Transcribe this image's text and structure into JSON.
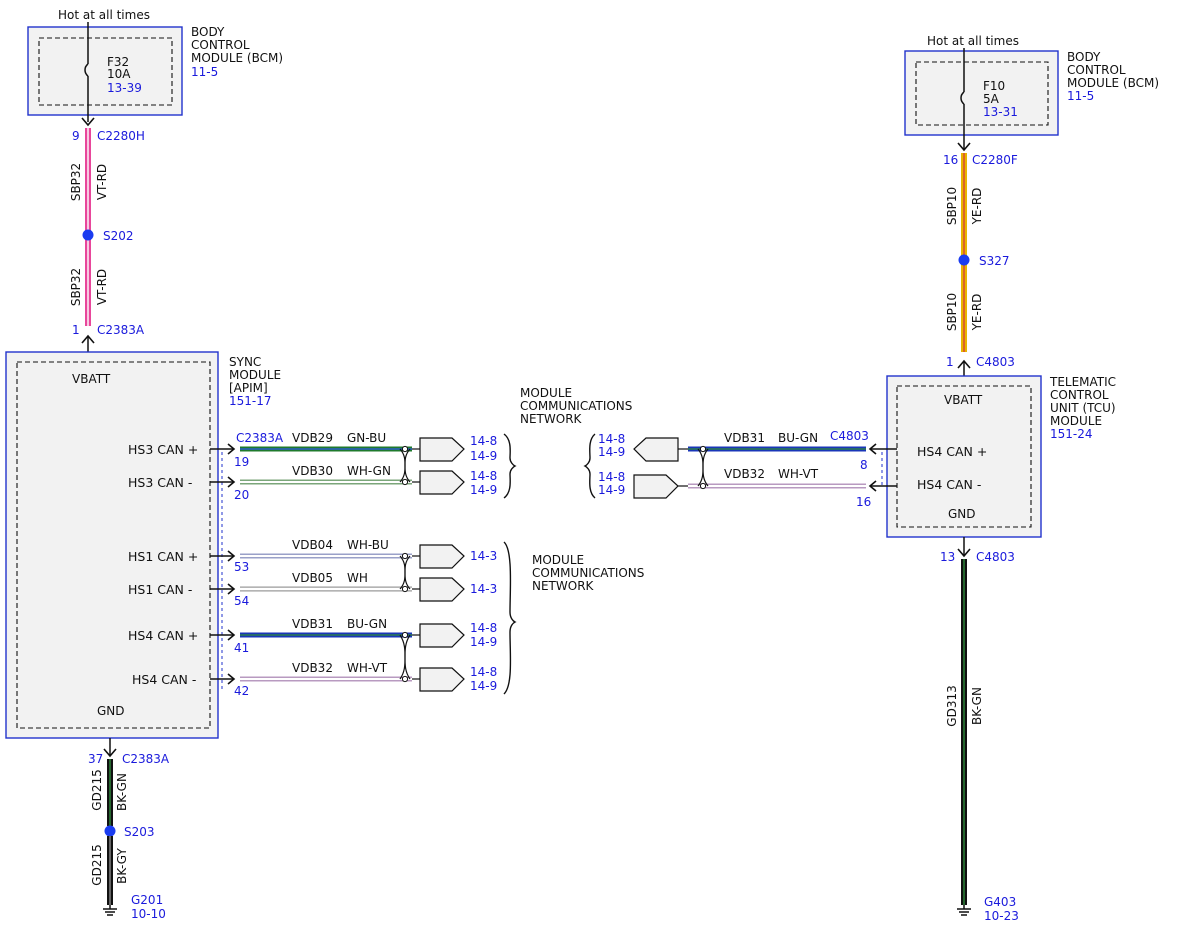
{
  "left": {
    "bcm": {
      "hot_label": "Hot at all times",
      "title_lines": [
        "BODY",
        "CONTROL",
        "MODULE (BCM)"
      ],
      "ref": "11-5",
      "fuse_name": "F32",
      "fuse_rating": "10A",
      "fuse_ref": "13-39"
    },
    "conn_top": {
      "pin": "9",
      "name": "C2280H"
    },
    "wire_upper": {
      "circuit": "SBP32",
      "color": "VT-RD"
    },
    "splice": "S202",
    "wire_lower": {
      "circuit": "SBP32",
      "color": "VT-RD"
    },
    "conn_sync_in": {
      "pin": "1",
      "name": "C2383A"
    },
    "sync": {
      "title_lines": [
        "SYNC",
        "MODULE",
        "[APIM]"
      ],
      "ref": "151-17",
      "vbatt": "VBATT",
      "gnd": "GND",
      "pins": [
        {
          "label": "HS3 CAN +",
          "pin": "19",
          "circuit": "VDB29",
          "color": "GN-BU",
          "refs": [
            "14-8",
            "14-9"
          ]
        },
        {
          "label": "HS3 CAN -",
          "pin": "20",
          "circuit": "VDB30",
          "color": "WH-GN",
          "refs": [
            "14-8",
            "14-9"
          ]
        },
        {
          "label": "HS1 CAN +",
          "pin": "53",
          "circuit": "VDB04",
          "color": "WH-BU",
          "refs": [
            "14-3"
          ]
        },
        {
          "label": "HS1 CAN -",
          "pin": "54",
          "circuit": "VDB05",
          "color": "WH",
          "refs": [
            "14-3"
          ]
        },
        {
          "label": "HS4 CAN +",
          "pin": "41",
          "circuit": "VDB31",
          "color": "BU-GN",
          "refs": [
            "14-8",
            "14-9"
          ]
        },
        {
          "label": "HS4 CAN -",
          "pin": "42",
          "circuit": "VDB32",
          "color": "WH-VT",
          "refs": [
            "14-8",
            "14-9"
          ]
        }
      ],
      "connector": "C2383A"
    },
    "network_label_top": [
      "MODULE",
      "COMMUNICATIONS",
      "NETWORK"
    ],
    "network_label_mid": [
      "MODULE",
      "COMMUNICATIONS",
      "NETWORK"
    ],
    "conn_gnd": {
      "pin": "37",
      "name": "C2383A"
    },
    "gnd_wire_upper": {
      "circuit": "GD215",
      "color": "BK-GN"
    },
    "gnd_splice": "S203",
    "gnd_wire_lower": {
      "circuit": "GD215",
      "color": "BK-GY"
    },
    "ground": {
      "name": "G201",
      "ref": "10-10"
    }
  },
  "right": {
    "bcm": {
      "hot_label": "Hot at all times",
      "title_lines": [
        "BODY",
        "CONTROL",
        "MODULE (BCM)"
      ],
      "ref": "11-5",
      "fuse_name": "F10",
      "fuse_rating": "5A",
      "fuse_ref": "13-31"
    },
    "conn_top": {
      "pin": "16",
      "name": "C2280F"
    },
    "wire_upper": {
      "circuit": "SBP10",
      "color": "YE-RD"
    },
    "splice": "S327",
    "wire_lower": {
      "circuit": "SBP10",
      "color": "YE-RD"
    },
    "conn_tcu_in": {
      "pin": "1",
      "name": "C4803"
    },
    "tcu": {
      "title_lines": [
        "TELEMATIC",
        "CONTROL",
        "UNIT (TCU)",
        "MODULE"
      ],
      "ref": "151-24",
      "vbatt": "VBATT",
      "gnd": "GND",
      "connector": "C4803",
      "pins": [
        {
          "label": "HS4 CAN +",
          "pin": "8",
          "circuit": "VDB31",
          "color": "BU-GN",
          "refs": [
            "14-8",
            "14-9"
          ]
        },
        {
          "label": "HS4 CAN -",
          "pin": "16",
          "circuit": "VDB32",
          "color": "WH-VT",
          "refs": [
            "14-8",
            "14-9"
          ]
        }
      ]
    },
    "conn_gnd": {
      "pin": "13",
      "name": "C4803"
    },
    "gnd_wire": {
      "circuit": "GD313",
      "color": "BK-GN"
    },
    "ground": {
      "name": "G403",
      "ref": "10-23"
    }
  }
}
